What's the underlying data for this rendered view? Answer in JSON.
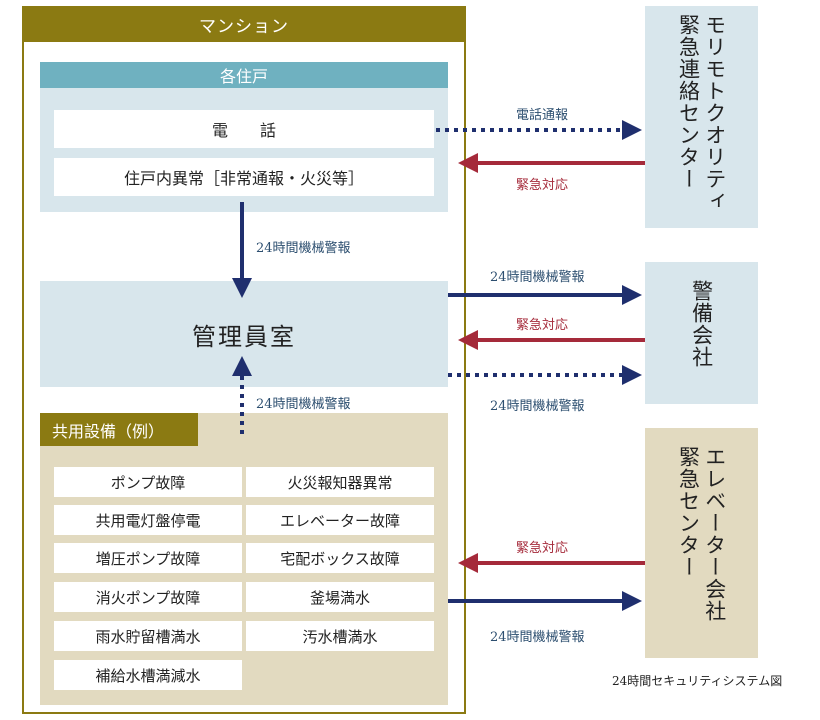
{
  "mansion": {
    "title": "マンション"
  },
  "units": {
    "title": "各住戸",
    "phone": "電　　話",
    "abnormal": "住戸内異常［非常通報・火災等］"
  },
  "management": {
    "title": "管理員室"
  },
  "shared": {
    "title": "共用設備（例）",
    "items": [
      "ポンプ故障",
      "火災報知器異常",
      "共用電灯盤停電",
      "エレベーター故障",
      "増圧ポンプ故障",
      "宅配ボックス故障",
      "消火ポンプ故障",
      "釜場満水",
      "雨水貯留槽満水",
      "汚水槽満水",
      "補給水槽満減水"
    ]
  },
  "external": {
    "morimoto": {
      "line1": "モリモトクオリティ",
      "line2": "緊急連絡センター"
    },
    "security": {
      "name": "警備会社"
    },
    "elevator": {
      "line1": "エレベーター会社",
      "line2": "緊急センター"
    }
  },
  "labels": {
    "phone_report": "電話通報",
    "emergency": "緊急対応",
    "alarm": "24時間機械警報"
  },
  "caption": "24時間セキュリティシステム図",
  "colors": {
    "gold": "#8b7a12",
    "navy": "#1f2f6e",
    "red": "#a52a3a",
    "light_blue": "#d8e6ec"
  }
}
